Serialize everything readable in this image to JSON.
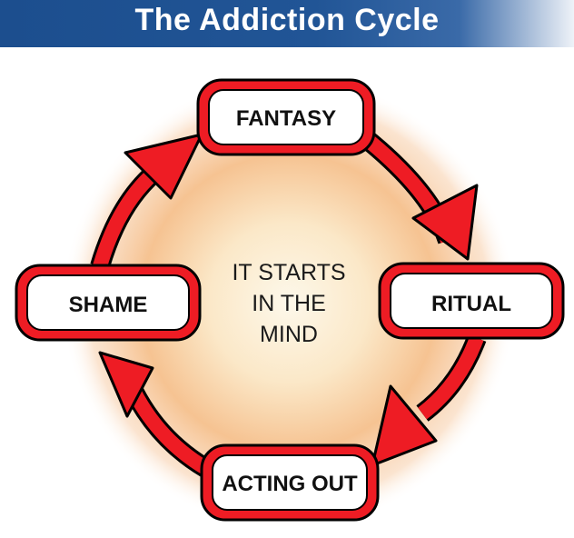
{
  "title": "The Addiction Cycle",
  "center_text": [
    "IT STARTS",
    "IN THE",
    "MIND"
  ],
  "nodes": {
    "top": "FANTASY",
    "right": "RITUAL",
    "bottom": "ACTING OUT",
    "left": "SHAME"
  },
  "colors": {
    "title_bar": "#1c4e8e",
    "accent_red": "#ee1c24",
    "glow_center": "#fdf2d8",
    "glow_edge": "#f4a46a"
  }
}
